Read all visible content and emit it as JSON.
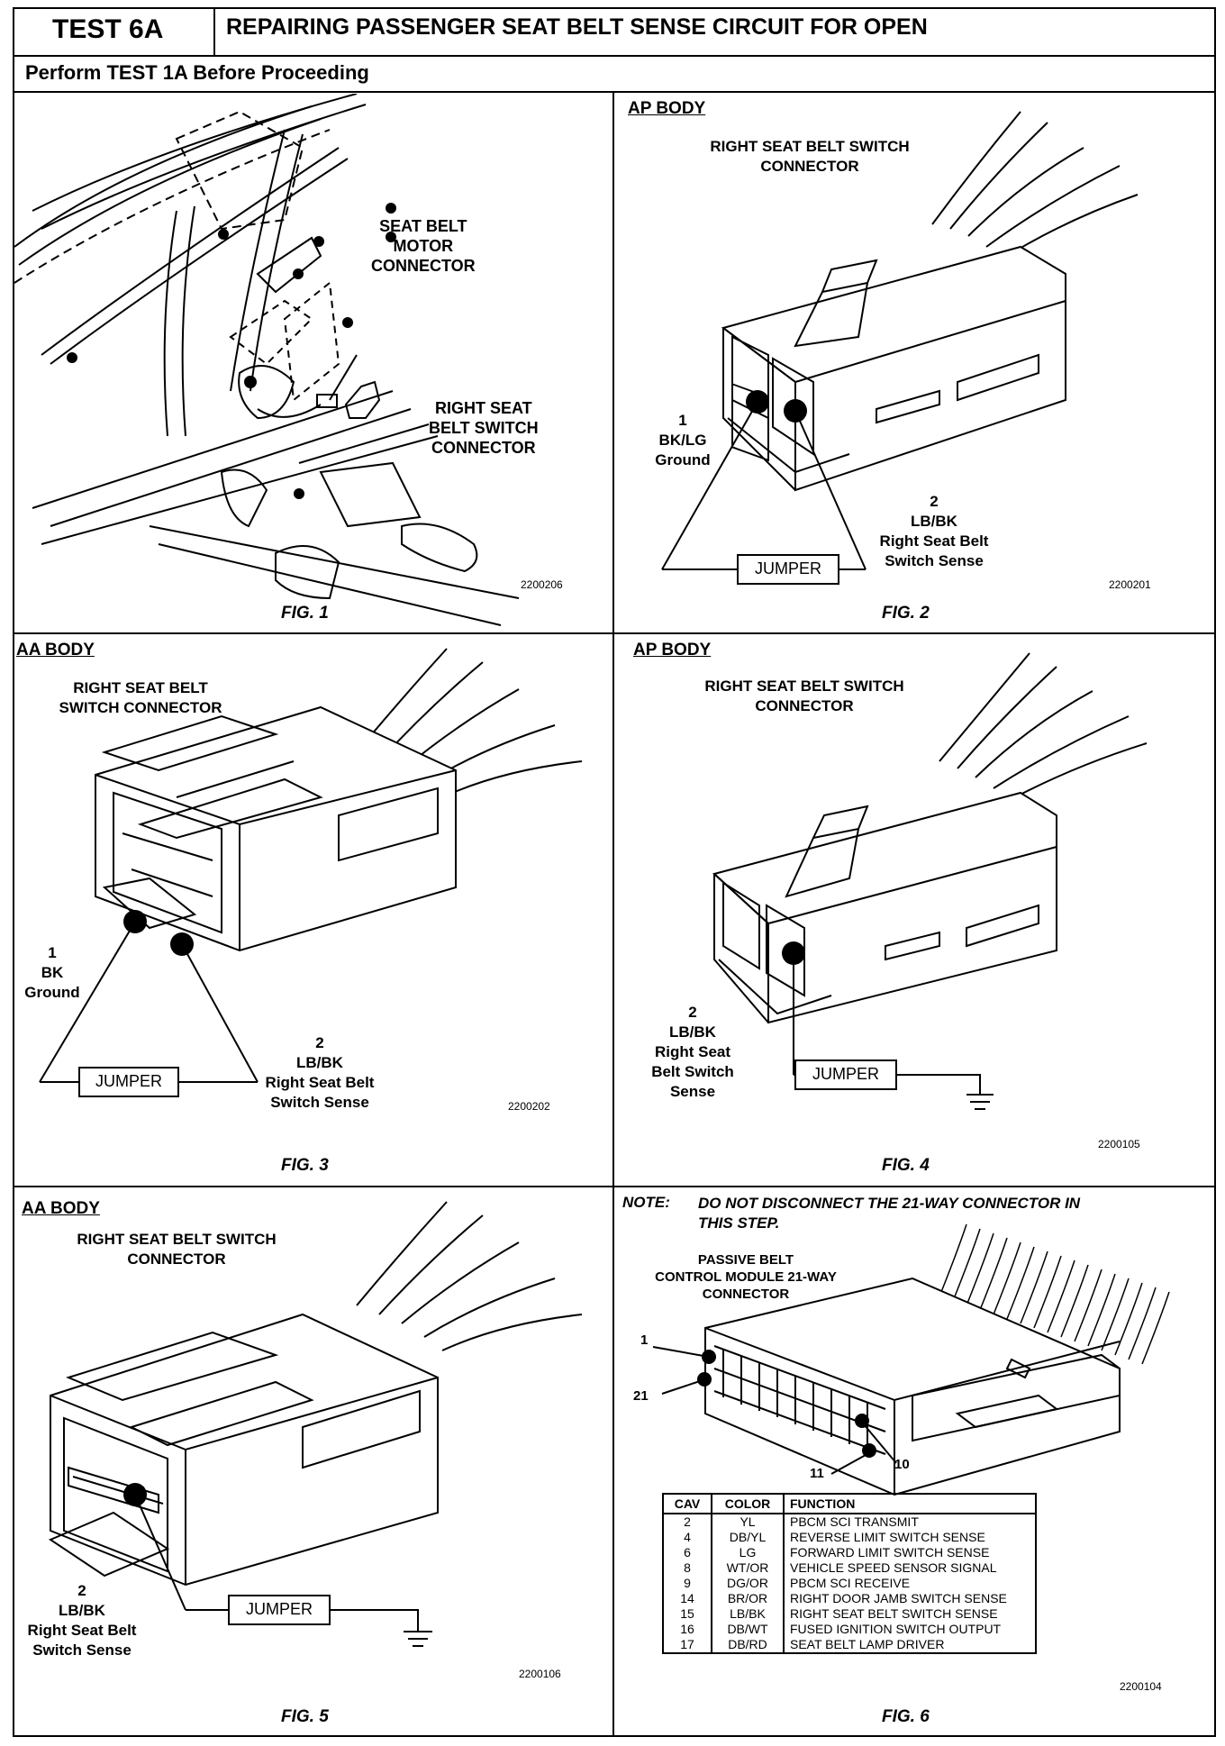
{
  "header": {
    "test_id": "TEST 6A",
    "title": "REPAIRING PASSENGER SEAT BELT SENSE CIRCUIT FOR OPEN",
    "subtitle": "Perform TEST 1A Before Proceeding"
  },
  "fig1": {
    "caption": "FIG. 1",
    "code": "2200206",
    "label_motor": [
      "SEAT BELT",
      "MOTOR",
      "CONNECTOR"
    ],
    "label_switch": [
      "RIGHT SEAT",
      "BELT SWITCH",
      "CONNECTOR"
    ]
  },
  "fig2": {
    "body": "AP BODY",
    "title": [
      "RIGHT SEAT BELT SWITCH",
      "CONNECTOR"
    ],
    "pin1": [
      "1",
      "BK/LG",
      "Ground"
    ],
    "pin2": [
      "2",
      "LB/BK",
      "Right Seat Belt",
      "Switch Sense"
    ],
    "jumper": "JUMPER",
    "code": "2200201",
    "caption": "FIG. 2"
  },
  "fig3": {
    "body": "AA BODY",
    "title": [
      "RIGHT SEAT BELT",
      "SWITCH CONNECTOR"
    ],
    "pin1": [
      "1",
      "BK",
      "Ground"
    ],
    "pin2": [
      "2",
      "LB/BK",
      "Right Seat Belt",
      "Switch Sense"
    ],
    "jumper": "JUMPER",
    "code": "2200202",
    "caption": "FIG. 3"
  },
  "fig4": {
    "body": "AP BODY",
    "title": [
      "RIGHT SEAT BELT SWITCH",
      "CONNECTOR"
    ],
    "pin2": [
      "2",
      "LB/BK",
      "Right Seat",
      "Belt Switch",
      "Sense"
    ],
    "jumper": "JUMPER",
    "code": "2200105",
    "caption": "FIG. 4"
  },
  "fig5": {
    "body": "AA BODY",
    "title": [
      "RIGHT SEAT BELT SWITCH",
      "CONNECTOR"
    ],
    "pin2": [
      "2",
      "LB/BK",
      "Right Seat Belt",
      "Switch Sense"
    ],
    "jumper": "JUMPER",
    "code": "2200106",
    "caption": "FIG. 5"
  },
  "fig6": {
    "note_label": "NOTE:",
    "note": [
      "DO NOT DISCONNECT THE 21-WAY CONNECTOR IN",
      "THIS STEP."
    ],
    "module": [
      "PASSIVE BELT",
      "CONTROL MODULE  21-WAY",
      "CONNECTOR"
    ],
    "pins": [
      "1",
      "21",
      "11",
      "10"
    ],
    "table_headers": [
      "CAV",
      "COLOR",
      "FUNCTION"
    ],
    "table_rows": [
      [
        "2",
        "YL",
        "PBCM SCI TRANSMIT"
      ],
      [
        "4",
        "DB/YL",
        "REVERSE LIMIT SWITCH SENSE"
      ],
      [
        "6",
        "LG",
        "FORWARD LIMIT SWITCH SENSE"
      ],
      [
        "8",
        "WT/OR",
        "VEHICLE SPEED SENSOR SIGNAL"
      ],
      [
        "9",
        "DG/OR",
        "PBCM SCI RECEIVE"
      ],
      [
        "14",
        "BR/OR",
        "RIGHT DOOR JAMB SWITCH SENSE"
      ],
      [
        "15",
        "LB/BK",
        "RIGHT SEAT BELT SWITCH SENSE"
      ],
      [
        "16",
        "DB/WT",
        "FUSED IGNITION SWITCH OUTPUT"
      ],
      [
        "17",
        "DB/RD",
        "SEAT BELT LAMP DRIVER"
      ]
    ],
    "code": "2200104",
    "caption": "FIG. 6"
  }
}
